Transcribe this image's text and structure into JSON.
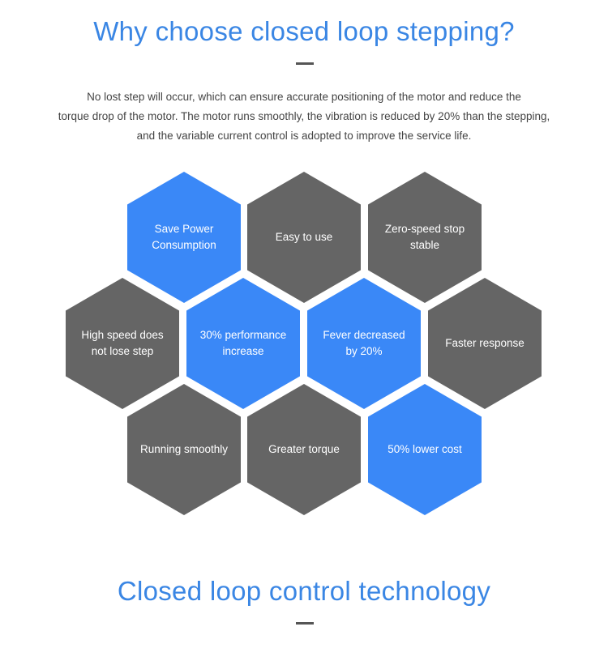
{
  "section1": {
    "title": "Why choose closed loop stepping?",
    "intro": [
      "No lost step will occur, which can ensure accurate positioning of the motor and reduce the",
      "torque drop of the motor. The motor runs smoothly, the vibration is reduced by 20% than the stepping,",
      "and the variable current control is adopted to improve the service life."
    ]
  },
  "hexagons": [
    {
      "label": "Save Power Consumption",
      "style": "blue"
    },
    {
      "label": "Easy to use",
      "style": "gray"
    },
    {
      "label": "Zero-speed stop stable",
      "style": "gray"
    },
    {
      "label": "High speed does not lose step",
      "style": "gray"
    },
    {
      "label": "30% performance increase",
      "style": "blue"
    },
    {
      "label": "Fever decreased by 20%",
      "style": "blue"
    },
    {
      "label": "Faster response",
      "style": "gray"
    },
    {
      "label": "Running smoothly",
      "style": "gray"
    },
    {
      "label": "Greater torque",
      "style": "gray"
    },
    {
      "label": "50% lower cost",
      "style": "blue"
    }
  ],
  "section2": {
    "title": "Closed loop control technology"
  },
  "colors": {
    "accent_blue": "#3a86e4",
    "hex_blue": "#3a88f7",
    "hex_gray": "#656565",
    "divider": "#555555"
  }
}
